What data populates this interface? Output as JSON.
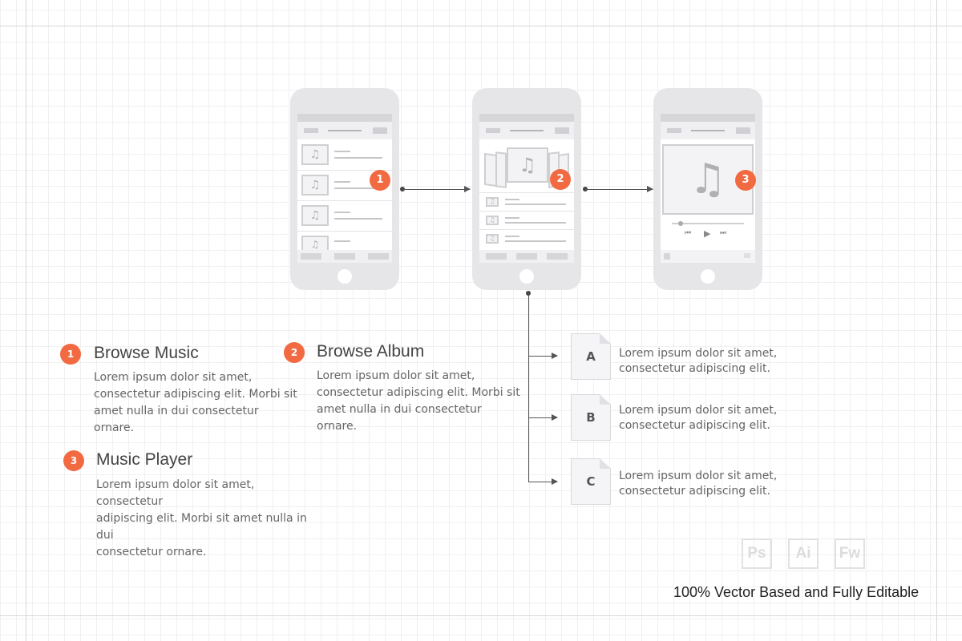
{
  "steps": [
    {
      "number": "1",
      "title": "Browse Music",
      "body_lines": [
        "Lorem ipsum dolor sit amet,",
        "consectetur adipiscing elit. Morbi sit",
        "amet nulla in dui consectetur ornare."
      ]
    },
    {
      "number": "2",
      "title": "Browse Album",
      "body_lines": [
        "Lorem ipsum dolor sit amet,",
        "consectetur adipiscing elit. Morbi sit",
        "amet nulla in dui consectetur ornare."
      ]
    },
    {
      "number": "3",
      "title": "Music Player",
      "body_lines": [
        "Lorem ipsum dolor sit amet, consectetur",
        "adipiscing elit. Morbi sit amet nulla in dui",
        "consectetur ornare."
      ]
    }
  ],
  "phones": {
    "badge_1": "1",
    "badge_2": "2",
    "badge_3": "3"
  },
  "documents": [
    {
      "letter": "A",
      "text_lines": [
        "Lorem ipsum dolor sit amet,",
        "consectetur adipiscing elit."
      ]
    },
    {
      "letter": "B",
      "text_lines": [
        "Lorem ipsum dolor sit amet,",
        "consectetur adipiscing elit."
      ]
    },
    {
      "letter": "C",
      "text_lines": [
        "Lorem ipsum dolor sit amet,",
        "consectetur adipiscing elit."
      ]
    }
  ],
  "tools": [
    "Ps",
    "Ai",
    "Fw"
  ],
  "footer": "100% Vector Based and Fully Editable",
  "icons": {
    "music_note": "music-note-icon"
  },
  "colors": {
    "accent": "#f26a41",
    "phone_body": "#e6e6e9",
    "grid": "#f0f0f0"
  }
}
